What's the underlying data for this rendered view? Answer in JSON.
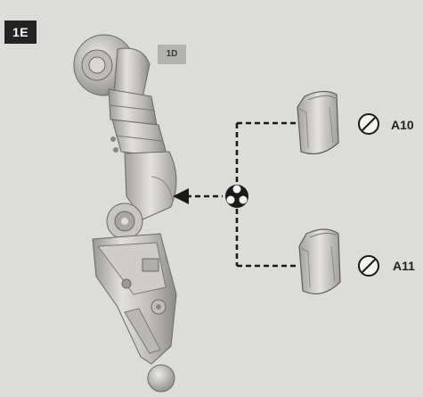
{
  "step": {
    "label": "1E"
  },
  "reference": {
    "label": "1D"
  },
  "parts": [
    {
      "id": "A10",
      "tool": "glue-icon"
    },
    {
      "id": "A11",
      "tool": "glue-icon"
    }
  ],
  "symbols": {
    "junction": "assembly-choice-icon",
    "arrow": "insert-arrow-icon"
  },
  "colors": {
    "background": "#dcdcd8",
    "badge_dark": "#232323",
    "badge_light": "#b4b2ad",
    "line": "#1a1a1a",
    "part_fill": "#c8c6c2"
  }
}
